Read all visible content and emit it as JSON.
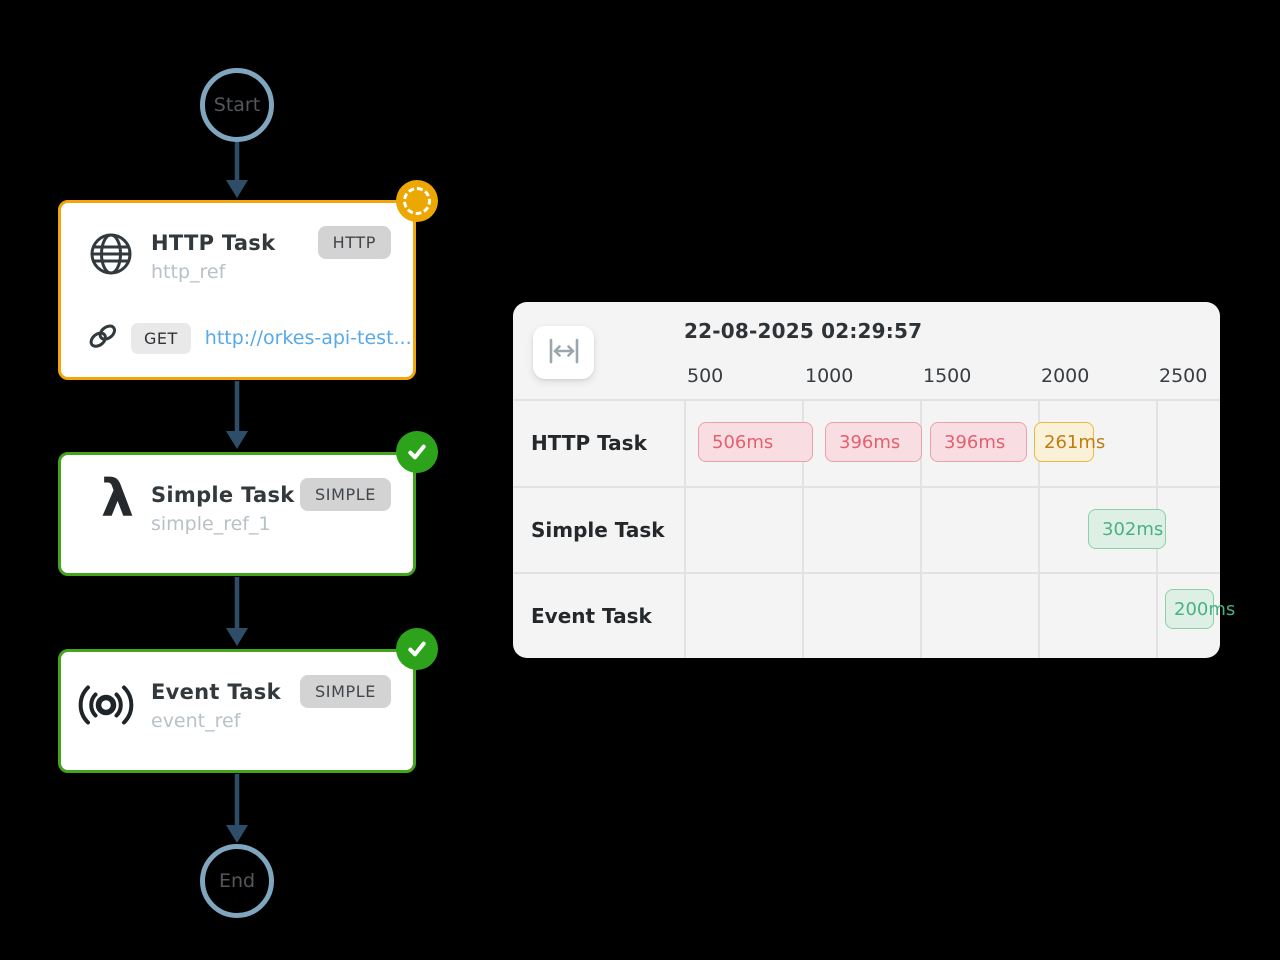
{
  "workflow": {
    "start_label": "Start",
    "end_label": "End",
    "nodes": [
      {
        "title": "HTTP Task",
        "ref": "http_ref",
        "type_badge": "HTTP",
        "icon": "globe-icon",
        "status_icon": "spinner-icon",
        "request": {
          "method_badge": "GET",
          "url": "http://orkes-api-test..."
        }
      },
      {
        "title": "Simple Task",
        "ref": "simple_ref_1",
        "type_badge": "SIMPLE",
        "icon": "lambda-icon",
        "icon_glyph": "λ",
        "status_icon": "check-icon"
      },
      {
        "title": "Event Task",
        "ref": "event_ref",
        "type_badge": "SIMPLE",
        "icon": "broadcast-icon",
        "status_icon": "check-icon"
      }
    ]
  },
  "timeline": {
    "timestamp": "22-08-2025 02:29:57",
    "axis_ticks_ms": [
      "500",
      "1000",
      "1500",
      "2000",
      "2500"
    ],
    "rows": [
      {
        "label": "HTTP Task",
        "spans": [
          {
            "label": "506ms",
            "color": "red"
          },
          {
            "label": "396ms",
            "color": "red"
          },
          {
            "label": "396ms",
            "color": "red"
          },
          {
            "label": "261ms",
            "color": "orange"
          }
        ]
      },
      {
        "label": "Simple Task",
        "spans": [
          {
            "label": "302ms",
            "color": "green"
          }
        ]
      },
      {
        "label": "Event Task",
        "spans": [
          {
            "label": "200ms",
            "color": "green"
          }
        ]
      }
    ]
  },
  "colors": {
    "running_accent": "#F2A60D",
    "completed_accent": "#43A51E",
    "red_badge_text": "#E4606D",
    "orange_badge_text": "#BE7C11",
    "green_badge_text": "#4AB183",
    "link_text": "#57A9E9",
    "connector": "#2E4D69",
    "terminal_ring": "#7FA6BE"
  }
}
